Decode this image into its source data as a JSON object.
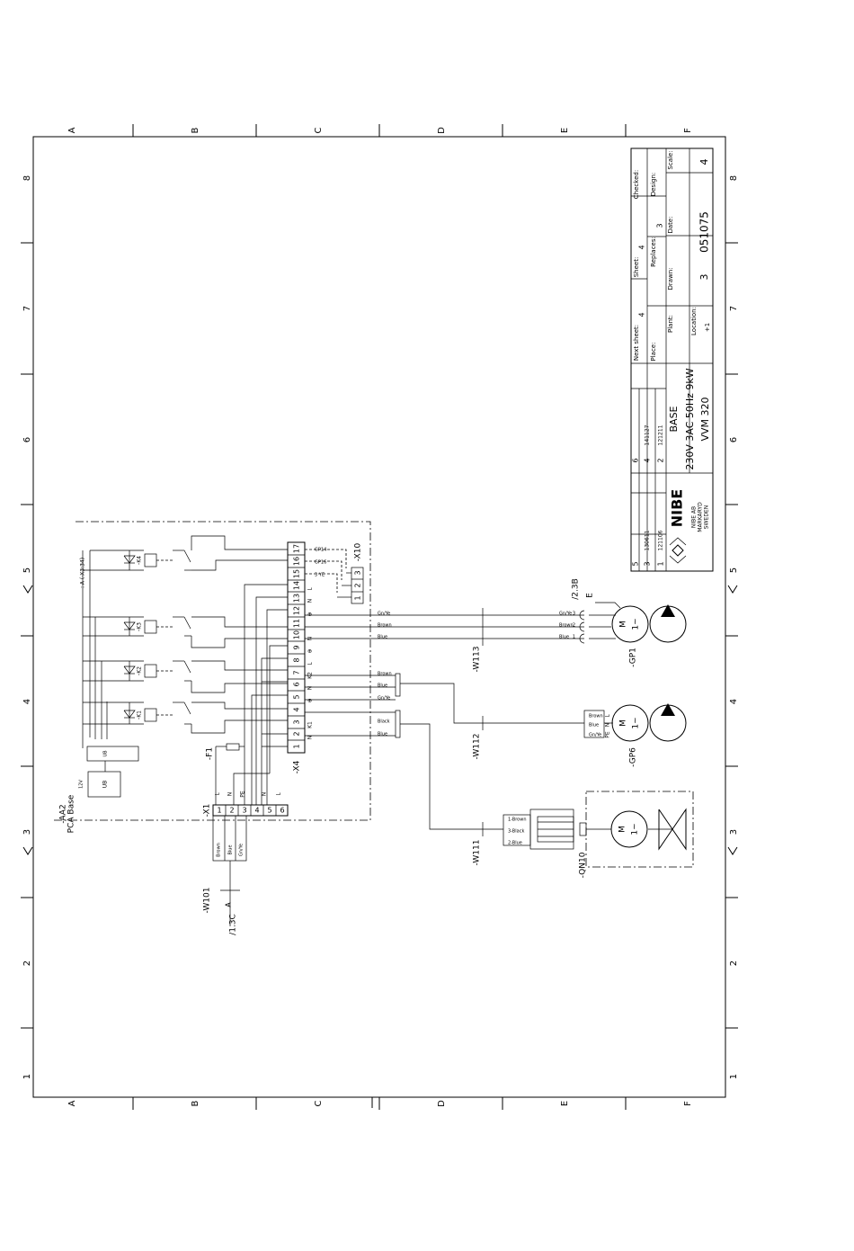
{
  "frame": {
    "column_letters": [
      "A",
      "B",
      "C",
      "D",
      "E",
      "F"
    ],
    "row_numbers": [
      "1",
      "2",
      "3",
      "4",
      "5",
      "6",
      "7",
      "8"
    ]
  },
  "title_block": {
    "checked_label": "Checked:",
    "design_label": "Design:",
    "scale_label": "Scale:",
    "sheet_label": "Sheet:",
    "sheet_value": "4",
    "replaces_label": "Replaces:",
    "replaces_value": "3",
    "date_label": "Date:",
    "next_sheet_label": "Next sheet:",
    "next_sheet_value": "4",
    "place_label": "Place:",
    "drawn_label": "Drawn:",
    "plant_label": "Plant:",
    "location_label": "Location:",
    "location_value": "+1",
    "drawing_number": "051075",
    "sheet_number": "3",
    "revision_index": "4",
    "title_line1": "BASE",
    "title_line2": "230V 3AC 50Hz 9kW",
    "title_line3": "VVM 320",
    "company_logo": "NIBE",
    "company_line1": "NIBE AB",
    "company_line2": "MARKARYD",
    "company_line3": "SWEDEN",
    "revisions": [
      {
        "rev": "6",
        "date": ""
      },
      {
        "rev": "4",
        "date": "141127"
      },
      {
        "rev": "2",
        "date": "121211"
      },
      {
        "rev": "5",
        "date": ""
      },
      {
        "rev": "3",
        "date": "130611"
      },
      {
        "rev": "1",
        "date": "121106"
      }
    ]
  },
  "components": {
    "board_label": "-AA2",
    "board_sublabel": "PCA Base",
    "ref_note": ": A (-X3:34)",
    "relays": [
      "-K4",
      "-K3",
      "-K2",
      "-K1"
    ],
    "ub_label": "UB",
    "ub_pins": [
      "UB",
      "12V"
    ],
    "fuse": "-F1",
    "terminal_x1": "-X1",
    "terminal_x1_pins": [
      "1",
      "2",
      "3",
      "4",
      "5",
      "6"
    ],
    "terminal_x1_signals": [
      "L",
      "N",
      "PE",
      "N",
      "L"
    ],
    "terminal_x4": "-X4",
    "terminal_x4_pins": [
      "1",
      "2",
      "3",
      "4",
      "5",
      "6",
      "7",
      "8",
      "9",
      "10",
      "11",
      "12",
      "13",
      "14",
      "15",
      "16",
      "17"
    ],
    "terminal_x4_signals": [
      "N",
      "K1",
      "⊕",
      "N",
      "K2",
      "⊕",
      "L",
      "N",
      "⊕",
      "L",
      "N"
    ],
    "terminal_x10": "-X10",
    "terminal_x10_pins": [
      "1",
      "2",
      "3"
    ],
    "x10_signals": [
      "GP14",
      "GP16",
      "3 YE"
    ],
    "cable_w101": "-W101",
    "cable_w101_ref": "/1.3C",
    "cable_w101_point": "A",
    "cable_w101_cores": [
      "Brown",
      "Blue",
      "Gn/Ye"
    ],
    "cable_w111": "-W111",
    "cable_w112": "-W112",
    "cable_w113": "-W113",
    "pump_gp1": "-GP1",
    "pump_gp6": "-GP6",
    "valve_qn10": "-QN10",
    "motor_symbol_top": "M",
    "motor_symbol_bottom": "1~",
    "w113_cores": [
      "Gn/Ye",
      "Brown",
      "Blue"
    ],
    "w112_cores": [
      "Brown",
      "Blue",
      "Gn/Ye",
      "Black",
      "Blue"
    ],
    "gp1_terminals": [
      "3",
      "2",
      "1"
    ],
    "gp1_cores": [
      "Gn/Ye",
      "Brown",
      "Blue"
    ],
    "gp6_pins": [
      "L",
      "N",
      "PE"
    ],
    "gp6_cores": [
      "Brown",
      "Blue",
      "Gn/Ye"
    ],
    "qn10_cores": [
      "1-Brown",
      "3-Black",
      "2-Blue"
    ],
    "gp1_ref": "/2.3B",
    "gp1_ref2": "E"
  }
}
